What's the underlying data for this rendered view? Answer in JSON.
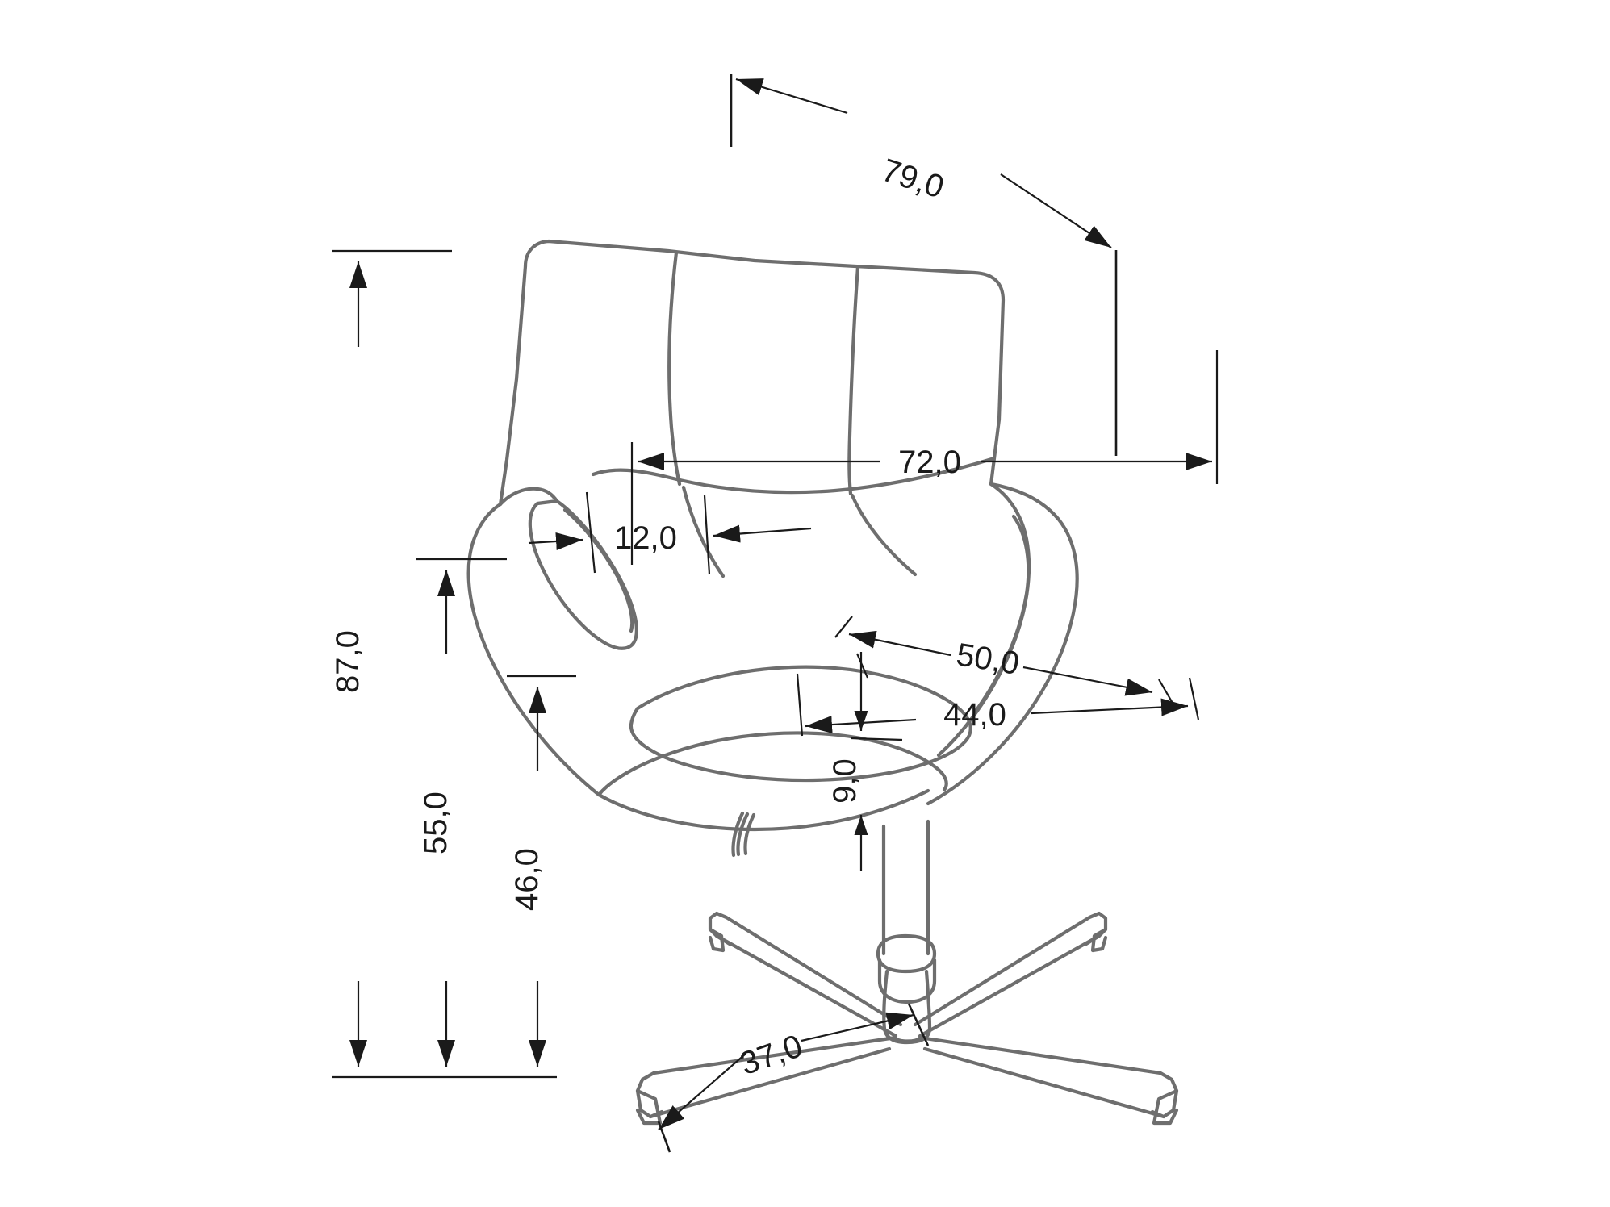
{
  "document": {
    "kind": "technical-drawing",
    "subject": "swivel armchair dimensioned drawing",
    "unit_note": "cm",
    "background_color": "#ffffff",
    "outline_color": "#6e6e6e",
    "dimension_color": "#1a1a1a"
  },
  "dimensions": {
    "total_height": "87,0",
    "back_height": "55,0",
    "arm_height": "46,0",
    "depth": "79,0",
    "back_width": "72,0",
    "arm_gap": "12,0",
    "seat_width": "50,0",
    "seat_depth": "44,0",
    "seat_thickness": "9,0",
    "base_radius": "37,0"
  },
  "labels": [
    {
      "id": "total-height",
      "value": "87,0",
      "orientation": "vertical"
    },
    {
      "id": "back-height",
      "value": "55,0",
      "orientation": "vertical"
    },
    {
      "id": "arm-height",
      "value": "46,0",
      "orientation": "vertical"
    },
    {
      "id": "depth",
      "value": "79,0",
      "orientation": "diagonal"
    },
    {
      "id": "back-width",
      "value": "72,0",
      "orientation": "horizontal"
    },
    {
      "id": "arm-gap",
      "value": "12,0",
      "orientation": "horizontal"
    },
    {
      "id": "seat-width",
      "value": "50,0",
      "orientation": "diagonal"
    },
    {
      "id": "seat-depth",
      "value": "44,0",
      "orientation": "horizontal"
    },
    {
      "id": "seat-thickness",
      "value": "9,0",
      "orientation": "vertical"
    },
    {
      "id": "base-radius",
      "value": "37,0",
      "orientation": "diagonal"
    }
  ]
}
